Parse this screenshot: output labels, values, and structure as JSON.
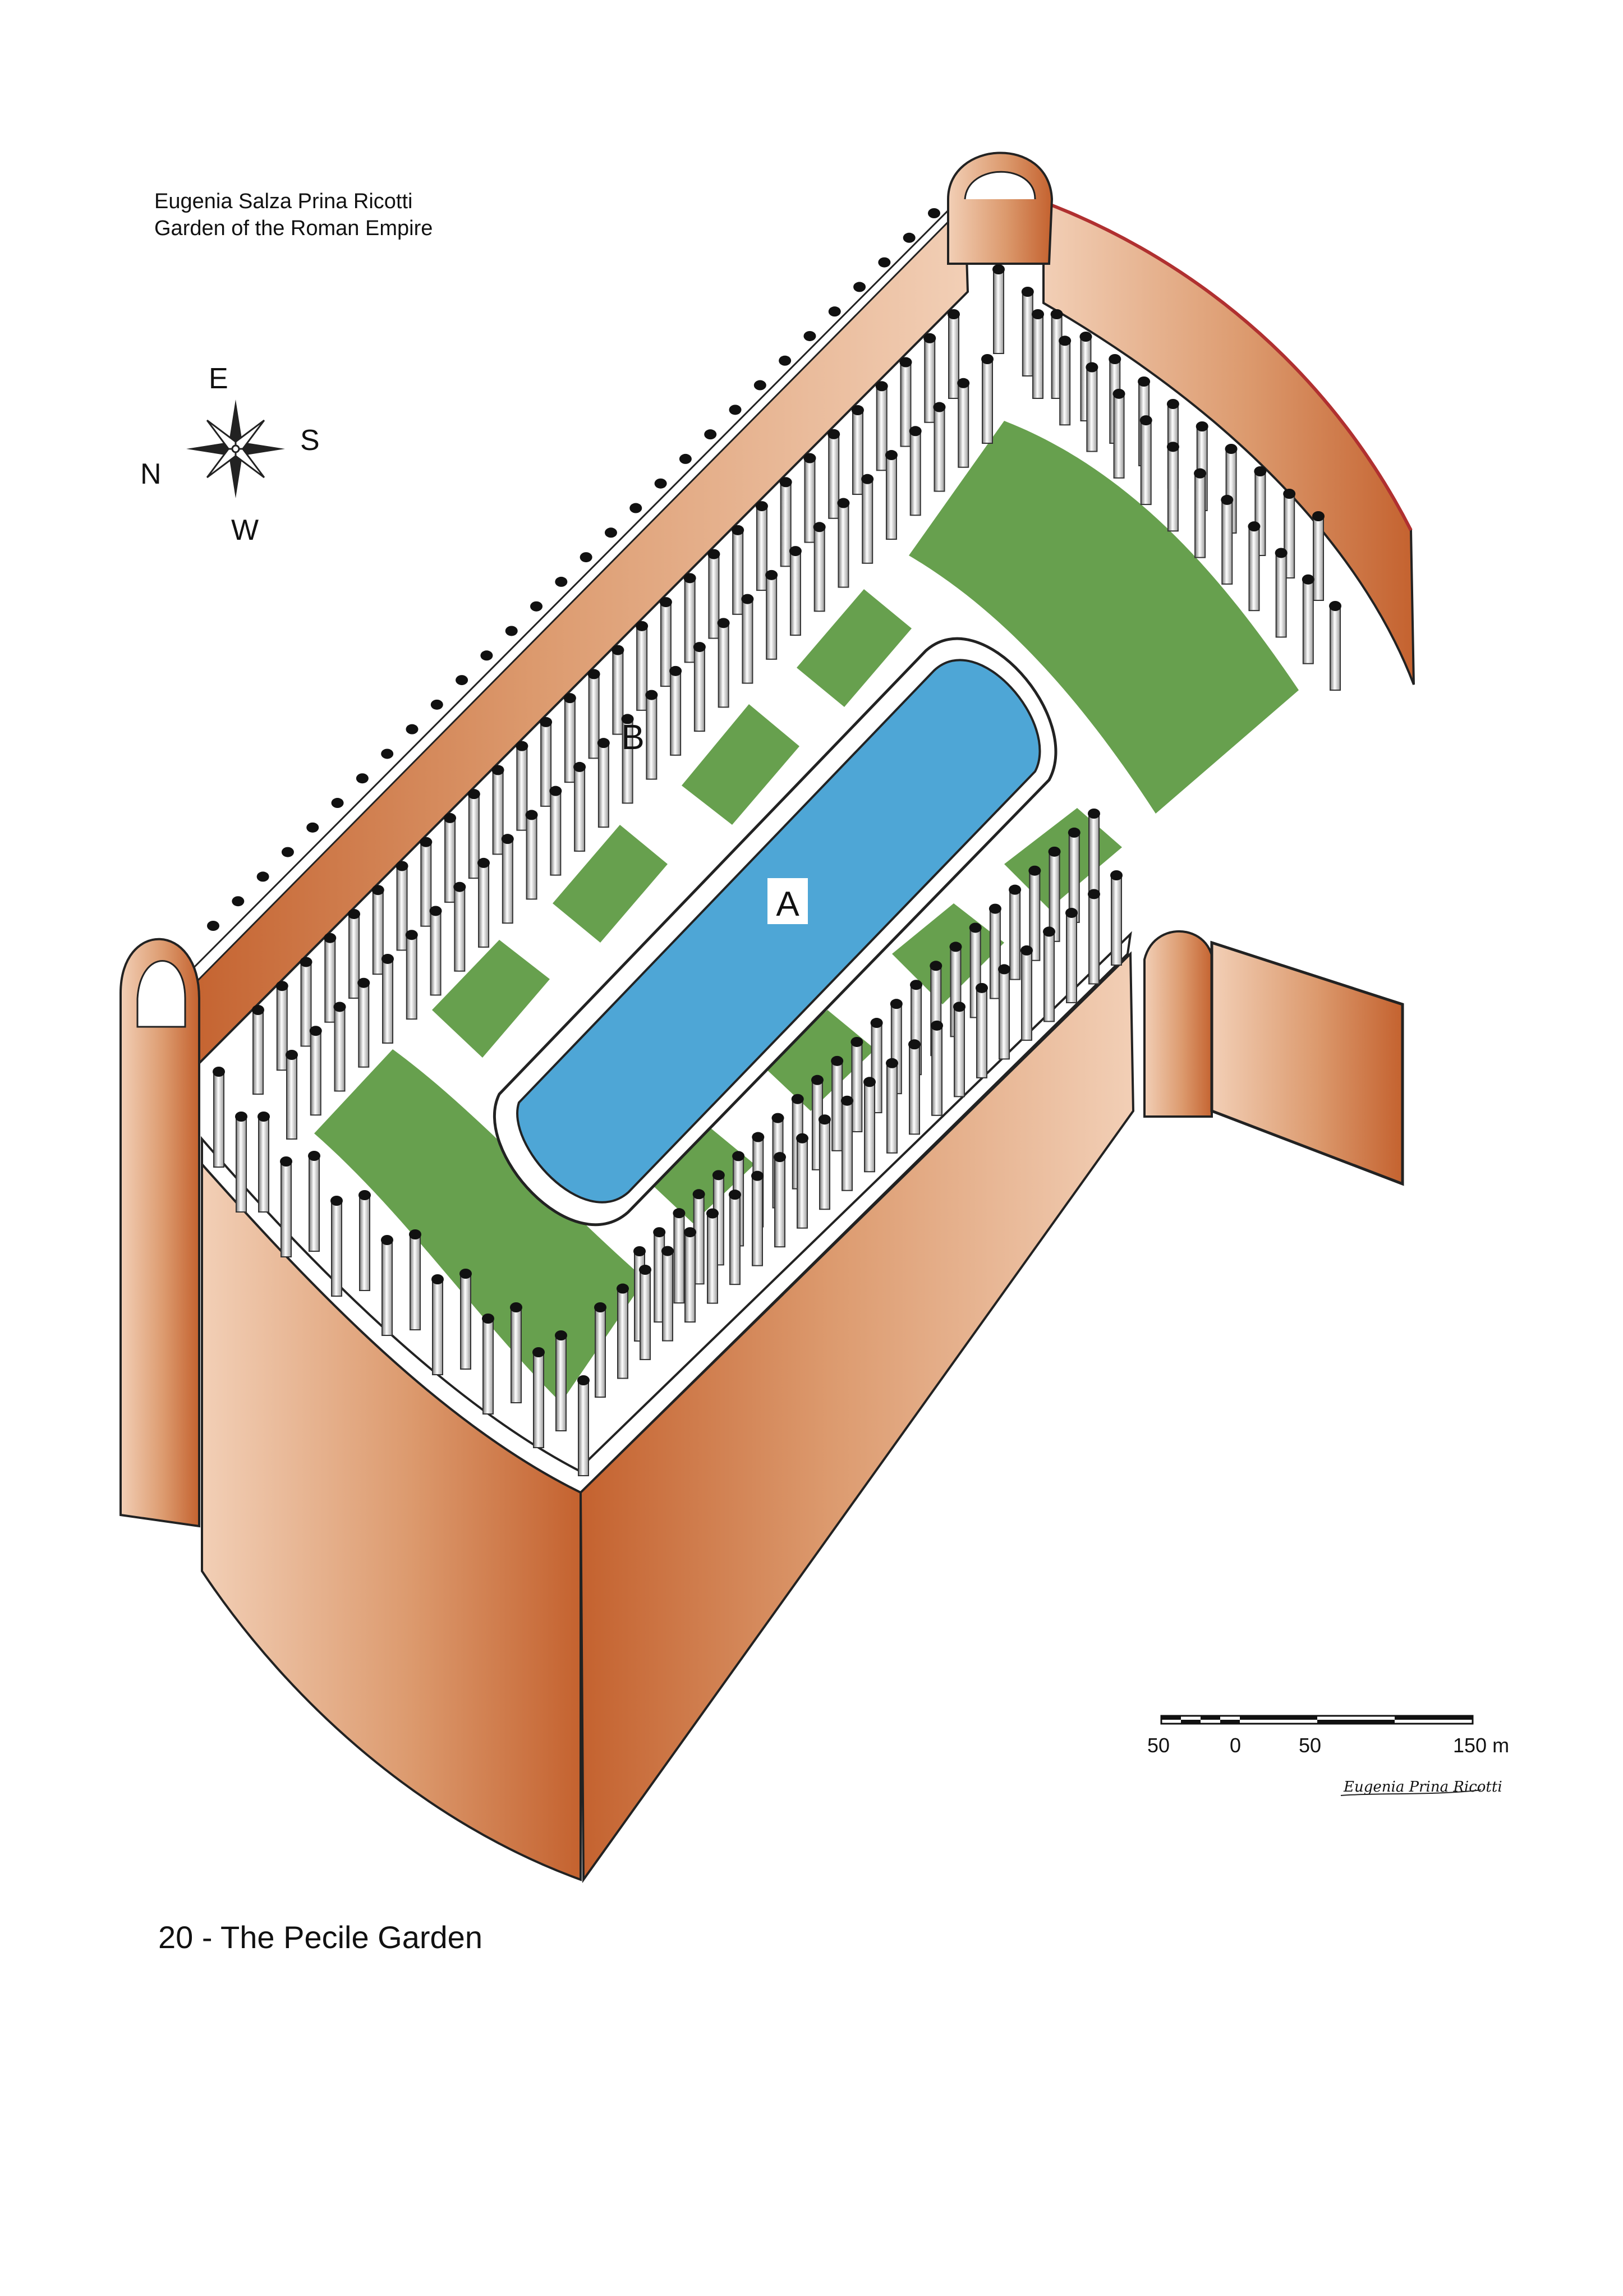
{
  "credit": {
    "author": "Eugenia Salza Prina Ricotti",
    "book": "Garden of the Roman Empire"
  },
  "compass": {
    "east": "E",
    "south": "S",
    "north": "N",
    "west": "W",
    "icon": "compass-rose-icon"
  },
  "labels": {
    "pool": "A",
    "point_b": "B"
  },
  "scale": {
    "ticks": [
      "50",
      "0",
      "50",
      "150 m"
    ]
  },
  "signature": "Eugenia Prina Ricotti",
  "caption": "20 - The Pecile Garden",
  "colors": {
    "wall": "#c8683a",
    "wall_light": "#f2cfb6",
    "garden": "#67a04e",
    "pool": "#4ea6d6",
    "column_cap": "#111111"
  }
}
